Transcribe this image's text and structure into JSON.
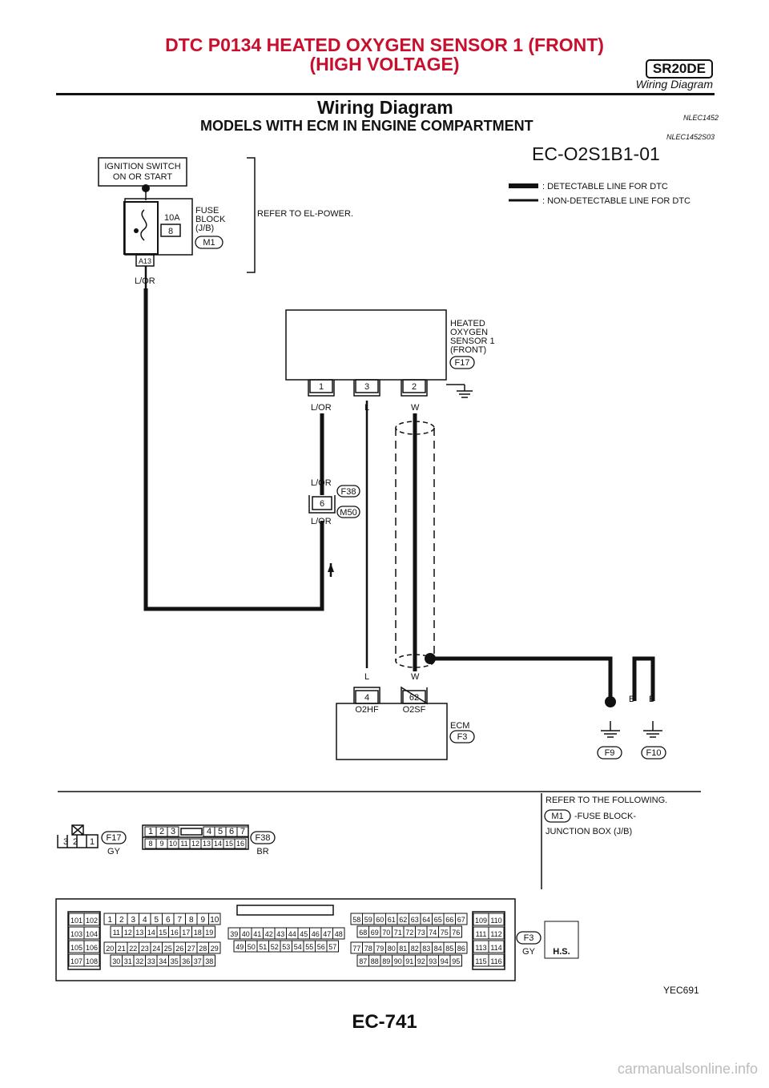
{
  "header": {
    "title_line1": "DTC P0134 HEATED OXYGEN SENSOR 1 (FRONT)",
    "title_line2": "(HIGH VOLTAGE)",
    "badge": "SR20DE",
    "subtitle": "Wiring Diagram"
  },
  "section": {
    "title": "Wiring Diagram",
    "code": "NLEC1452",
    "subtitle": "MODELS WITH ECM IN ENGINE COMPARTMENT",
    "subcode": "NLEC1452S03"
  },
  "diagram": {
    "id": "EC-O2S1B1-01",
    "ignition": [
      "IGNITION SWITCH",
      "ON OR START"
    ],
    "fuse_block": [
      "FUSE",
      "BLOCK",
      "(J/B)"
    ],
    "fuse_rating": "10A",
    "fuse_number": "8",
    "fuse_conn": "M1",
    "fuse_term": "A13",
    "refer_power": "REFER TO EL-POWER.",
    "legend": [
      ": DETECTABLE LINE FOR DTC",
      ": NON-DETECTABLE LINE FOR DTC"
    ],
    "wire_lor": "L/OR",
    "wire_l": "L",
    "wire_w": "W",
    "wire_b": "B",
    "sensor": [
      "HEATED",
      "OXYGEN",
      "SENSOR 1",
      "(FRONT)"
    ],
    "sensor_conn": "F17",
    "sensor_pins": [
      "1",
      "3",
      "2"
    ],
    "joint_conn_top": "F38",
    "joint_pin": "6",
    "joint_conn_bottom": "M50",
    "ecm_pins": [
      "4",
      "62"
    ],
    "ecm_pin_labels": [
      "O2HF",
      "O2SF"
    ],
    "ecm_label": "ECM",
    "ecm_conn": "F3",
    "grounds": [
      "F9",
      "F10"
    ],
    "refer_following": "REFER TO THE FOLLOWING.",
    "refer_item_conn": "M1",
    "refer_item_text": "-FUSE BLOCK-",
    "refer_item_text2": "JUNCTION BOX (J/B)",
    "conn_f17": {
      "id": "F17",
      "color": "GY",
      "pins": [
        "3",
        "2",
        "1"
      ]
    },
    "conn_f38": {
      "id": "F38",
      "color": "BR",
      "row1": [
        "1",
        "2",
        "3",
        "4",
        "5",
        "6",
        "7"
      ],
      "row2": [
        "8",
        "9",
        "10",
        "11",
        "12",
        "13",
        "14",
        "15",
        "16"
      ]
    },
    "conn_f3": {
      "id": "F3",
      "color": "GY",
      "left_pairs": [
        [
          "101",
          "102"
        ],
        [
          "103",
          "104"
        ],
        [
          "105",
          "106"
        ],
        [
          "107",
          "108"
        ]
      ],
      "right_pairs": [
        [
          "109",
          "110"
        ],
        [
          "111",
          "112"
        ],
        [
          "113",
          "114"
        ],
        [
          "115",
          "116"
        ]
      ],
      "b1_r1": [
        "1",
        "2",
        "3",
        "4",
        "5",
        "6",
        "7",
        "8",
        "9",
        "10"
      ],
      "b1_r2": [
        "11",
        "12",
        "13",
        "14",
        "15",
        "16",
        "17",
        "18",
        "19"
      ],
      "b1_r3": [
        "20",
        "21",
        "22",
        "23",
        "24",
        "25",
        "26",
        "27",
        "28",
        "29"
      ],
      "b1_r4": [
        "30",
        "31",
        "32",
        "33",
        "34",
        "35",
        "36",
        "37",
        "38"
      ],
      "b2_r1": [
        "39",
        "40",
        "41",
        "42",
        "43",
        "44",
        "45",
        "46",
        "47",
        "48"
      ],
      "b2_r2": [
        "49",
        "50",
        "51",
        "52",
        "53",
        "54",
        "55",
        "56",
        "57"
      ],
      "b3_r1": [
        "58",
        "59",
        "60",
        "61",
        "62",
        "63",
        "64",
        "65",
        "66",
        "67"
      ],
      "b3_r2": [
        "68",
        "69",
        "70",
        "71",
        "72",
        "73",
        "74",
        "75",
        "76"
      ],
      "b3_r3": [
        "77",
        "78",
        "79",
        "80",
        "81",
        "82",
        "83",
        "84",
        "85",
        "86"
      ],
      "b3_r4": [
        "87",
        "88",
        "89",
        "90",
        "91",
        "92",
        "93",
        "94",
        "95"
      ]
    },
    "hs_label": "H.S."
  },
  "footer": {
    "code": "YEC691",
    "page_number": "EC-741",
    "watermark": "carmanualsonline.info"
  }
}
